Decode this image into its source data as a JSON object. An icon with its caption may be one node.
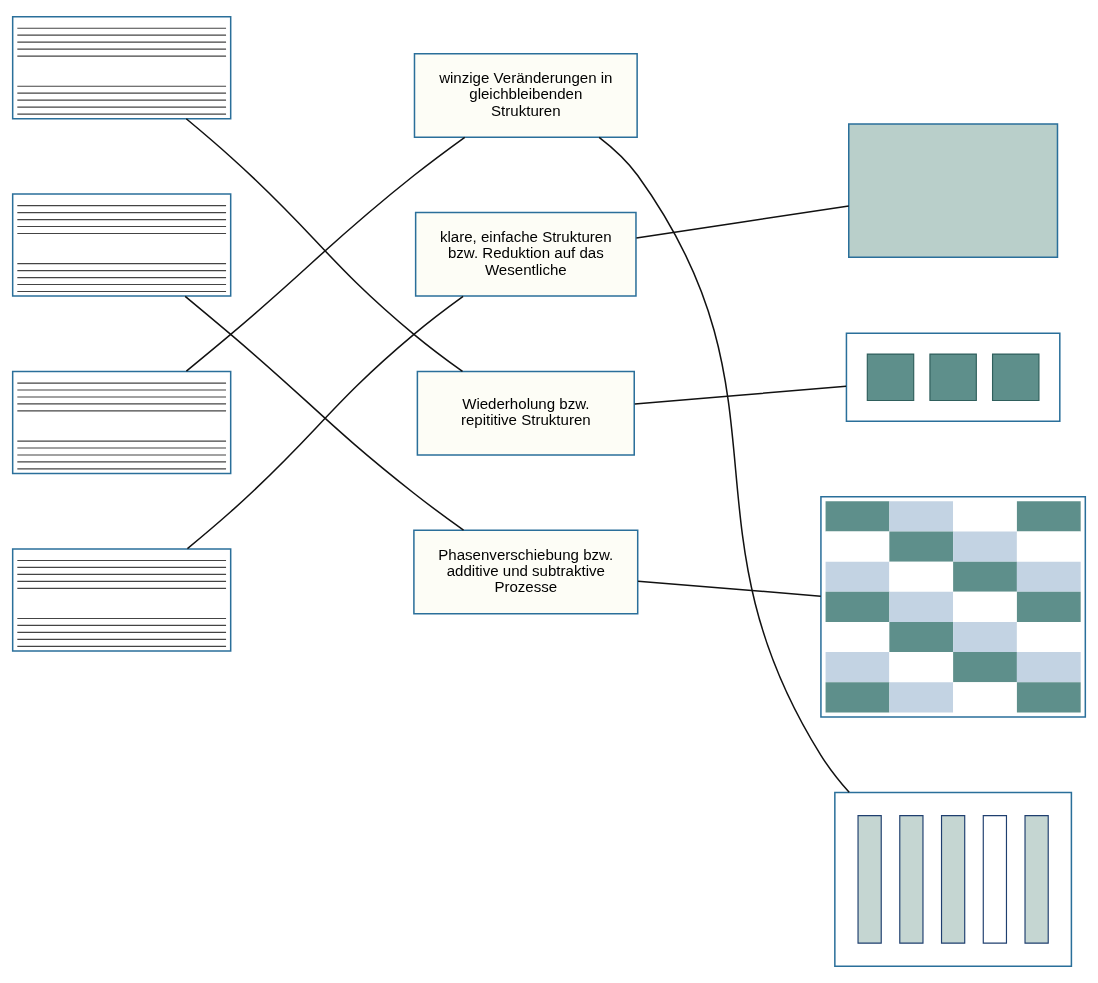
{
  "diagram": {
    "nodes": [
      {
        "text": [],
        "shape": "picture"
      },
      {
        "text": [],
        "shape": "picture"
      },
      {
        "text": [],
        "shape": "picture"
      },
      {
        "text": [],
        "shape": "picture"
      },
      {
        "text": [
          "winzige Veränderungen in gleichbleibenden Strukturen"
        ]
      },
      {
        "text": [
          "klare, einfache Strukturen bzw. Reduktion auf das Wesentliche"
        ]
      },
      {
        "text": [
          "Wiederholung bzw. repititive Strukturen"
        ]
      },
      {
        "text": [
          "Phasenverschiebung bzw. additive und subtraktive Prozesse"
        ]
      },
      {
        "text": [],
        "shape": "box"
      },
      {
        "text": [],
        "shape": "picture"
      },
      {
        "text": [],
        "shape": "picture"
      },
      {
        "text": [],
        "shape": "picture"
      }
    ],
    "edges": [
      {
        "from": 0,
        "to": 6,
        "arrow": "none"
      },
      {
        "from": 1,
        "to": 7,
        "arrow": "none"
      },
      {
        "from": 2,
        "to": 4,
        "arrow": "none"
      },
      {
        "from": 3,
        "to": 5,
        "arrow": "none"
      },
      {
        "from": 4,
        "to": 11,
        "arrow": "none"
      },
      {
        "from": 5,
        "to": 8,
        "arrow": "none"
      },
      {
        "from": 6,
        "to": 9,
        "arrow": "none"
      },
      {
        "from": 7,
        "to": 10,
        "arrow": "none"
      }
    ]
  }
}
